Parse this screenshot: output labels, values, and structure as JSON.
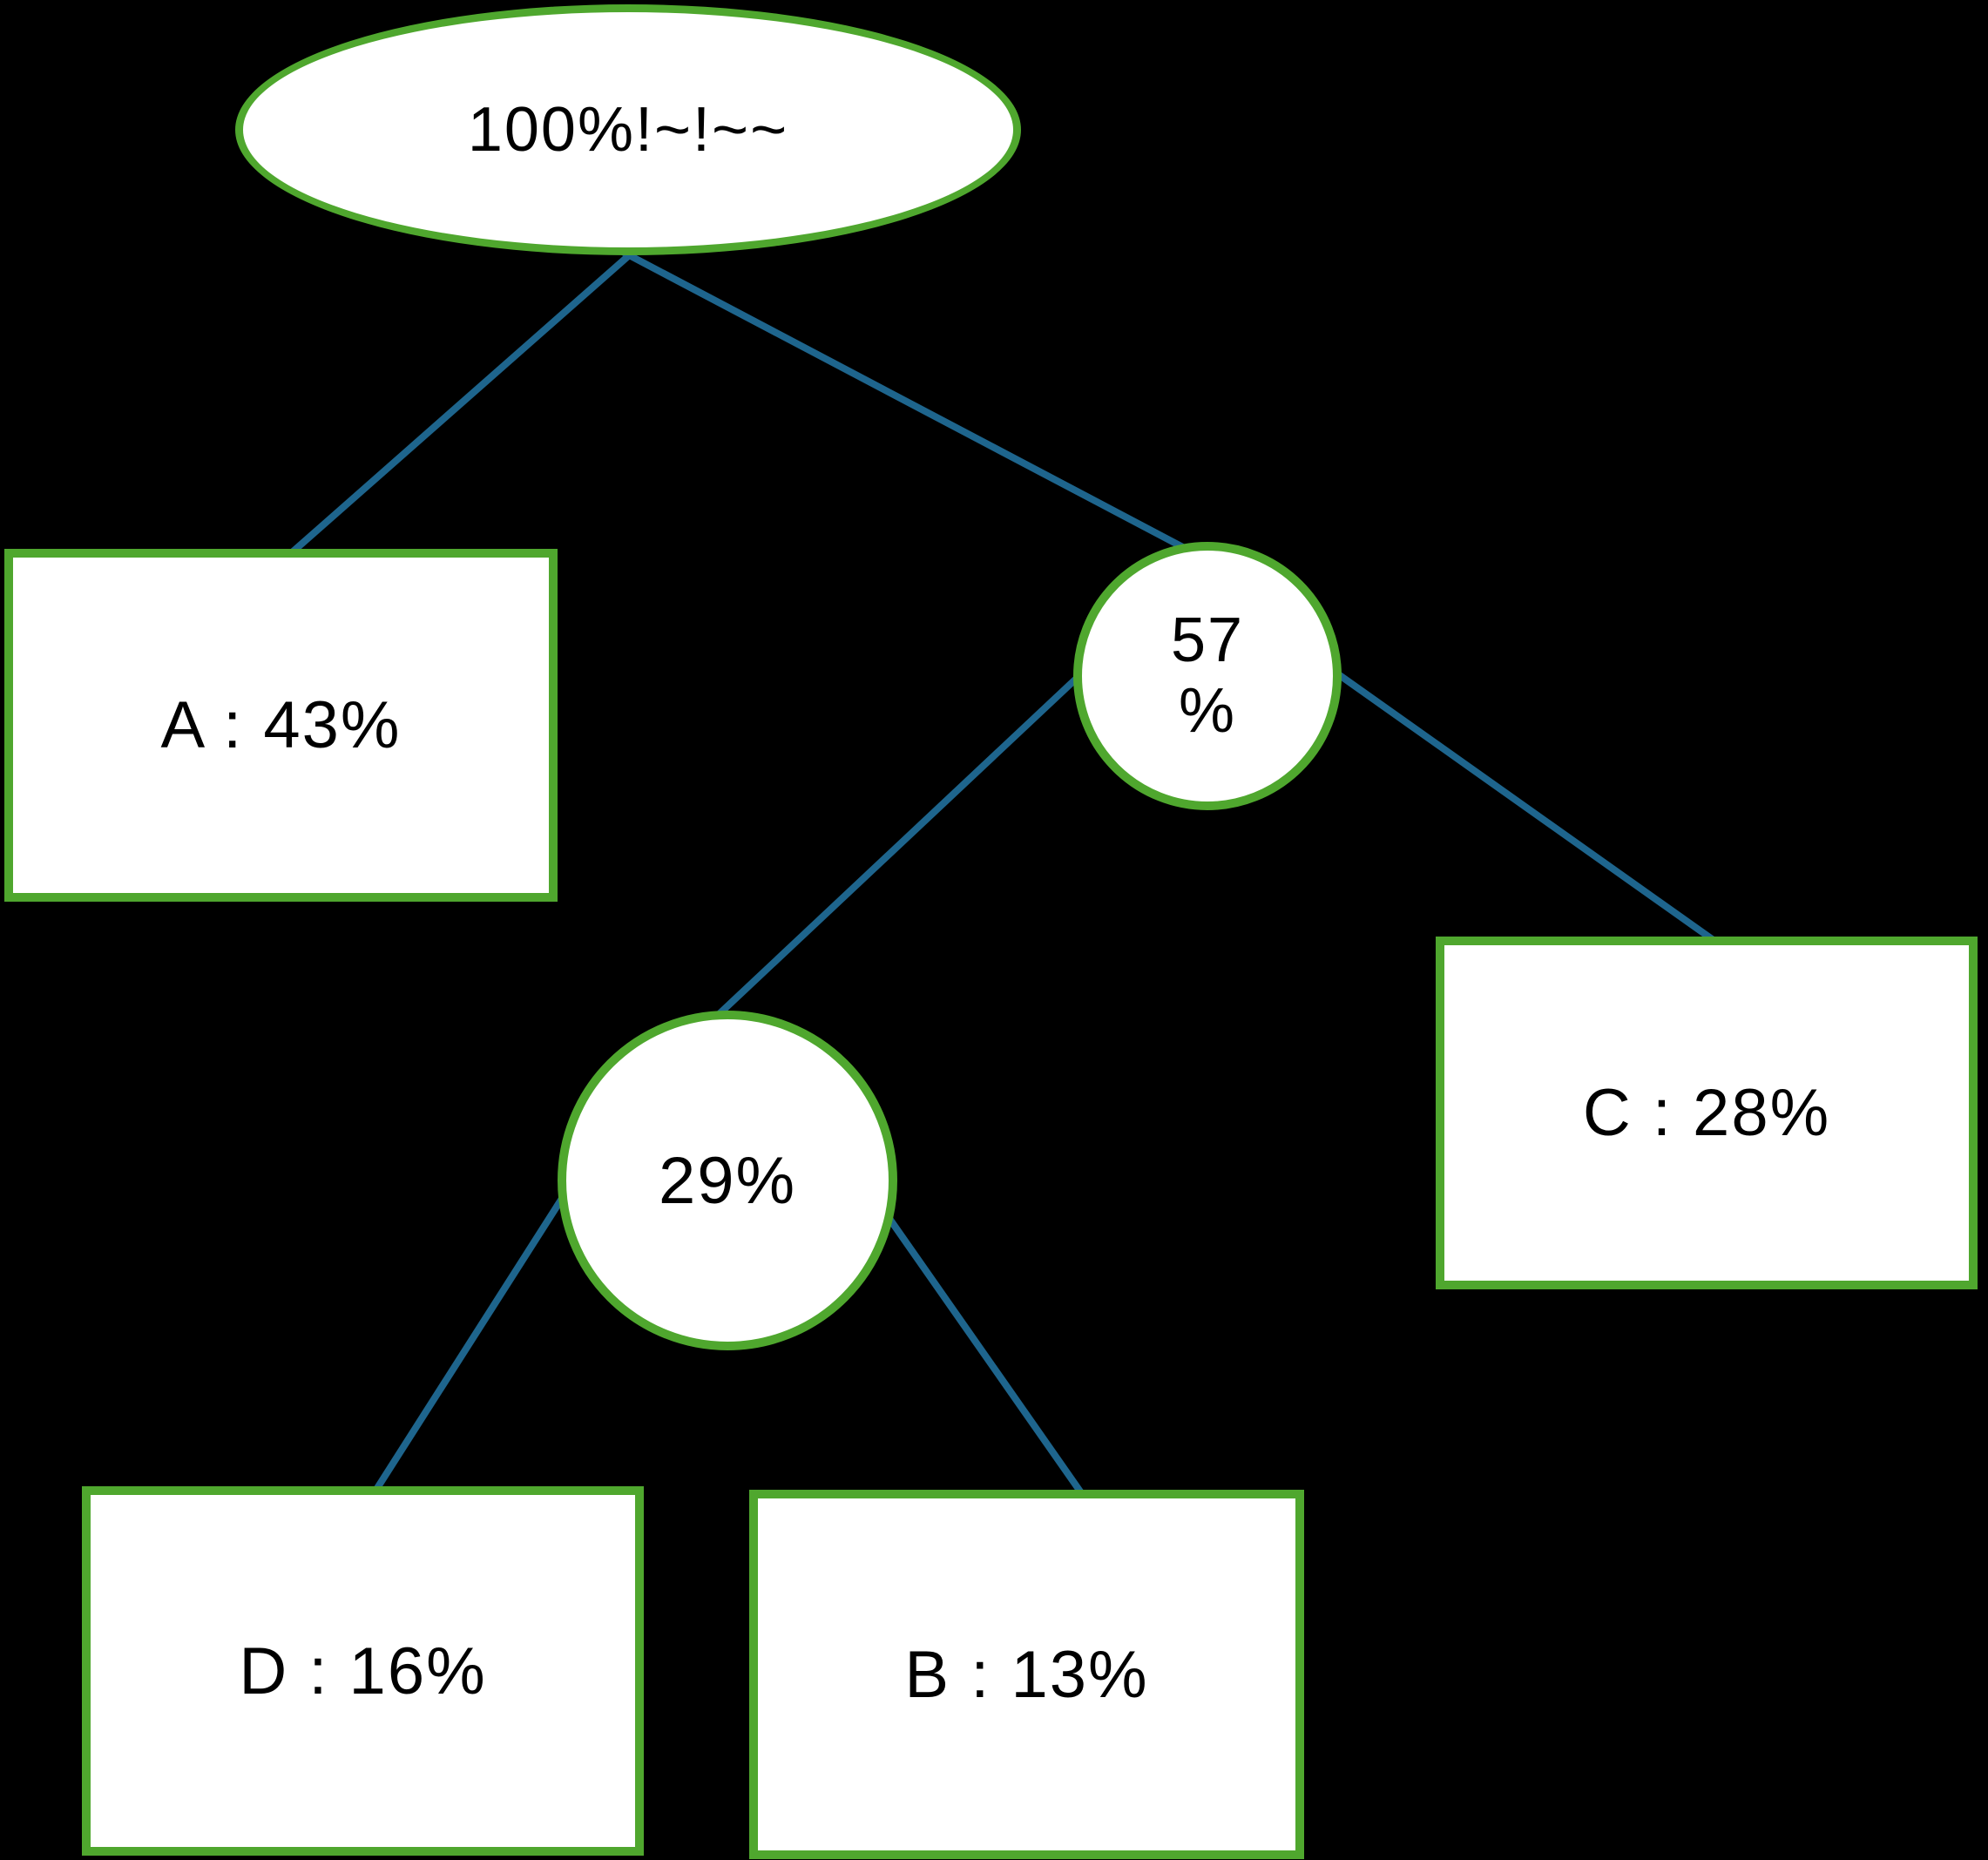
{
  "diagram": {
    "type": "tree",
    "background_color": "#000000",
    "node_fill_color": "#FFFFFF",
    "node_border_color": "#4FA72E",
    "edge_color": "#1E658D",
    "text_color": "#000000"
  },
  "nodes": {
    "root": {
      "label": "100%!~!~~",
      "shape": "ellipse"
    },
    "n57": {
      "line1": "57",
      "line2": "%",
      "shape": "circle"
    },
    "n29": {
      "label": "29%",
      "shape": "circle"
    },
    "a": {
      "label": "A : 43%",
      "shape": "rectangle"
    },
    "c": {
      "label": "C : 28%",
      "shape": "rectangle"
    },
    "d": {
      "label": "D : 16%",
      "shape": "rectangle"
    },
    "b": {
      "label": "B : 13%",
      "shape": "rectangle"
    }
  },
  "edges": [
    {
      "from": "100%!~!~~",
      "to": "A : 43%"
    },
    {
      "from": "100%!~!~~",
      "to": "57 %"
    },
    {
      "from": "57 %",
      "to": "29%"
    },
    {
      "from": "57 %",
      "to": "C : 28%"
    },
    {
      "from": "29%",
      "to": "D : 16%"
    },
    {
      "from": "29%",
      "to": "B : 13%"
    }
  ]
}
